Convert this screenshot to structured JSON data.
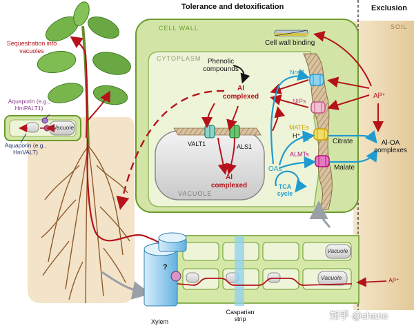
{
  "header": {
    "tolerance": "Tolerance and detoxification",
    "exclusion": "Exclusion"
  },
  "regions": {
    "cell_wall": "CELL WALL",
    "cytoplasm": "CYTOPLASM",
    "vacuole": "VACUOLE",
    "soil": "SOIL"
  },
  "plant": {
    "sequestration": "Sequestration into vacuoles",
    "aquaporin_top": "Aquaporin (e.g., HmPALT1)",
    "aquaporin_bottom": "Aquaporin (e.g., HmVALT)",
    "vacuole": "Vacuole"
  },
  "cell": {
    "cell_wall_binding": "Cell wall binding",
    "phenolic": "Phenolic compounds",
    "al_complexed_top": "Al complexed",
    "al_complexed_vac": "Al complexed",
    "valt1": "VALT1",
    "als1": "ALS1",
    "oas": "OAs",
    "tca": "TCA cycle",
    "h_plus": "H⁺",
    "citrate": "Citrate",
    "malate": "Malate",
    "al_oa": "Al-OA complexes",
    "al3": "Al³⁺"
  },
  "transporters": [
    "Nrat1",
    "NIPs",
    "MATEs",
    "ALMTs"
  ],
  "root": {
    "vacuole_labels": [
      "Vacuole",
      "Vacuole"
    ],
    "al3": "Al³⁺",
    "xylem": "Xylem",
    "casparian": "Casparian strip",
    "question": "?"
  },
  "watermark": "知乎 @shane",
  "colors": {
    "al_arrow": "#b5121b",
    "oa_arrow": "#1f9bd0",
    "cell_fill": "#d3e5a6",
    "cell_border": "#6b9a2c",
    "cytoplasm": "#eef4d8",
    "soil": "#ecd9b4",
    "nrat1": "#1f9bd0",
    "nips": "#c2547e",
    "mates": "#c9a100",
    "almts": "#b0127a"
  }
}
